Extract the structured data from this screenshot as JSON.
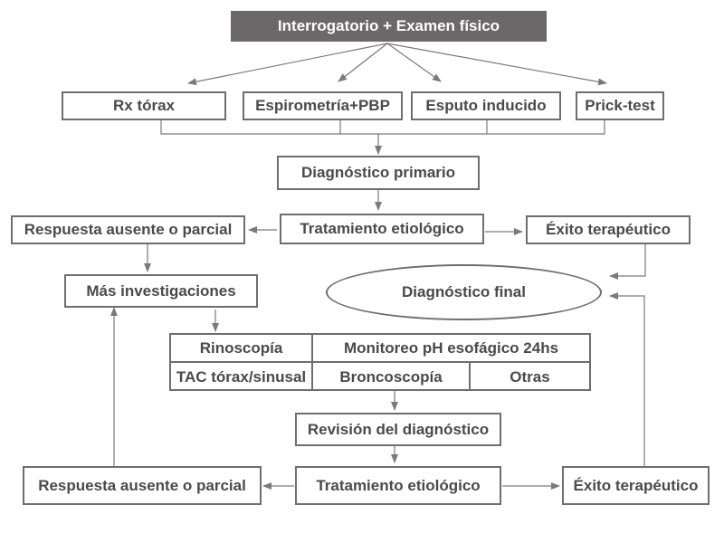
{
  "nodes": {
    "top": "Interrogatorio + Examen físico",
    "rx_torax": "Rx tórax",
    "espirometria": "Espirometría+PBP",
    "esputo": "Esputo inducido",
    "prick": "Prick-test",
    "dx_primario": "Diagnóstico primario",
    "tratamiento_1": "Tratamiento etiológico",
    "respuesta_1": "Respuesta ausente o parcial",
    "exito_1": "Éxito terapéutico",
    "mas_investigaciones": "Más investigaciones",
    "dx_final": "Diagnóstico final",
    "revision": "Revisión del diagnóstico",
    "tratamiento_2": "Tratamiento etiológico",
    "respuesta_2": "Respuesta ausente o parcial",
    "exito_2": "Éxito terapéutico"
  },
  "grid": {
    "rinoscopia": "Rinoscopía",
    "monitoreo": "Monitoreo pH esofágico 24hs",
    "tac": "TAC tórax/sinusal",
    "broncoscopia": "Broncoscopía",
    "otras": "Otras"
  },
  "colors": {
    "line": "#7a7a7a",
    "box_border": "#6e6e6e",
    "text": "#4a4a4a",
    "header_fill": "#6b6869"
  }
}
